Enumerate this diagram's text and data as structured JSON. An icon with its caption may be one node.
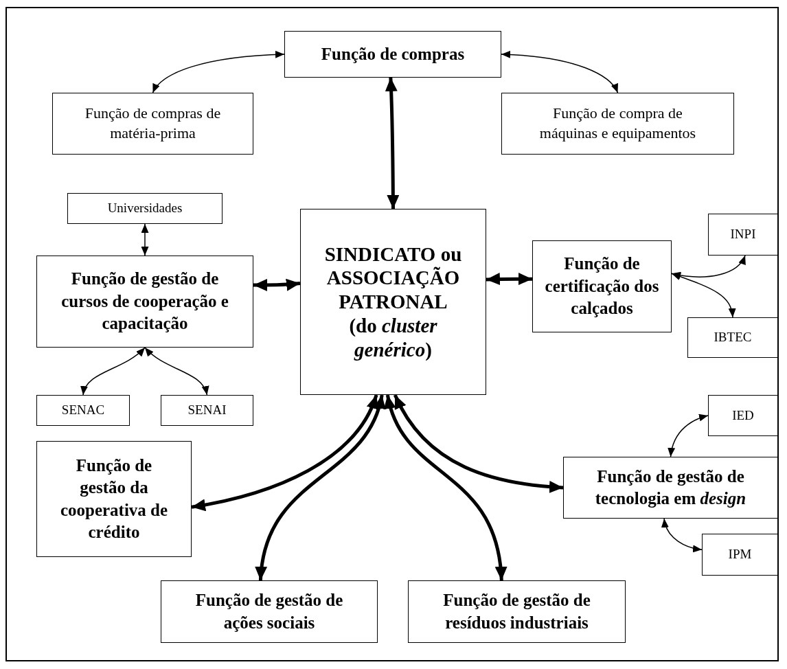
{
  "diagram": {
    "nodes": [
      {
        "text": [
          "Função de compras"
        ]
      },
      {
        "text": [
          "Função de compras de matéria-prima"
        ]
      },
      {
        "text": [
          "Função de compra de máquinas e equipamentos"
        ]
      },
      {
        "text": [
          "Universidades"
        ]
      },
      {
        "text": [
          "Função de gestão de cursos de cooperação e capacitação"
        ]
      },
      {
        "text": [
          "SINDICATO ou ASSOCIAÇÃO PATRONAL (do *cluster genérico*)"
        ]
      },
      {
        "text": [
          "Função de certificação dos calçados"
        ]
      },
      {
        "text": [
          "INPI"
        ]
      },
      {
        "text": [
          "IBTEC"
        ]
      },
      {
        "text": [
          "SENAC"
        ]
      },
      {
        "text": [
          "SENAI"
        ]
      },
      {
        "text": [
          "IED"
        ]
      },
      {
        "text": [
          "Função de gestão da cooperativa de crédito"
        ]
      },
      {
        "text": [
          "Função de gestão de tecnologia em *design*"
        ]
      },
      {
        "text": [
          "IPM"
        ]
      },
      {
        "text": [
          "Função de gestão de ações sociais"
        ]
      },
      {
        "text": [
          "Função de gestão de resíduos industriais"
        ]
      }
    ],
    "edges": [
      {
        "from": 0,
        "to": 1,
        "arrow": "both"
      },
      {
        "from": 0,
        "to": 2,
        "arrow": "both"
      },
      {
        "from": 0,
        "to": 5,
        "arrow": "both",
        "style": "thick"
      },
      {
        "from": 3,
        "to": 4,
        "arrow": "both"
      },
      {
        "from": 4,
        "to": 5,
        "arrow": "both",
        "style": "thick"
      },
      {
        "from": 5,
        "to": 6,
        "arrow": "both",
        "style": "thick"
      },
      {
        "from": 6,
        "to": 7,
        "arrow": "both"
      },
      {
        "from": 6,
        "to": 8,
        "arrow": "both"
      },
      {
        "from": 4,
        "to": 9,
        "arrow": "both"
      },
      {
        "from": 4,
        "to": 10,
        "arrow": "both"
      },
      {
        "from": 5,
        "to": 12,
        "arrow": "both",
        "style": "thick"
      },
      {
        "from": 5,
        "to": 15,
        "arrow": "both",
        "style": "thick"
      },
      {
        "from": 5,
        "to": 16,
        "arrow": "both",
        "style": "thick"
      },
      {
        "from": 5,
        "to": 13,
        "arrow": "both",
        "style": "thick"
      },
      {
        "from": 13,
        "to": 11,
        "arrow": "both"
      },
      {
        "from": 13,
        "to": 14,
        "arrow": "both"
      }
    ]
  }
}
